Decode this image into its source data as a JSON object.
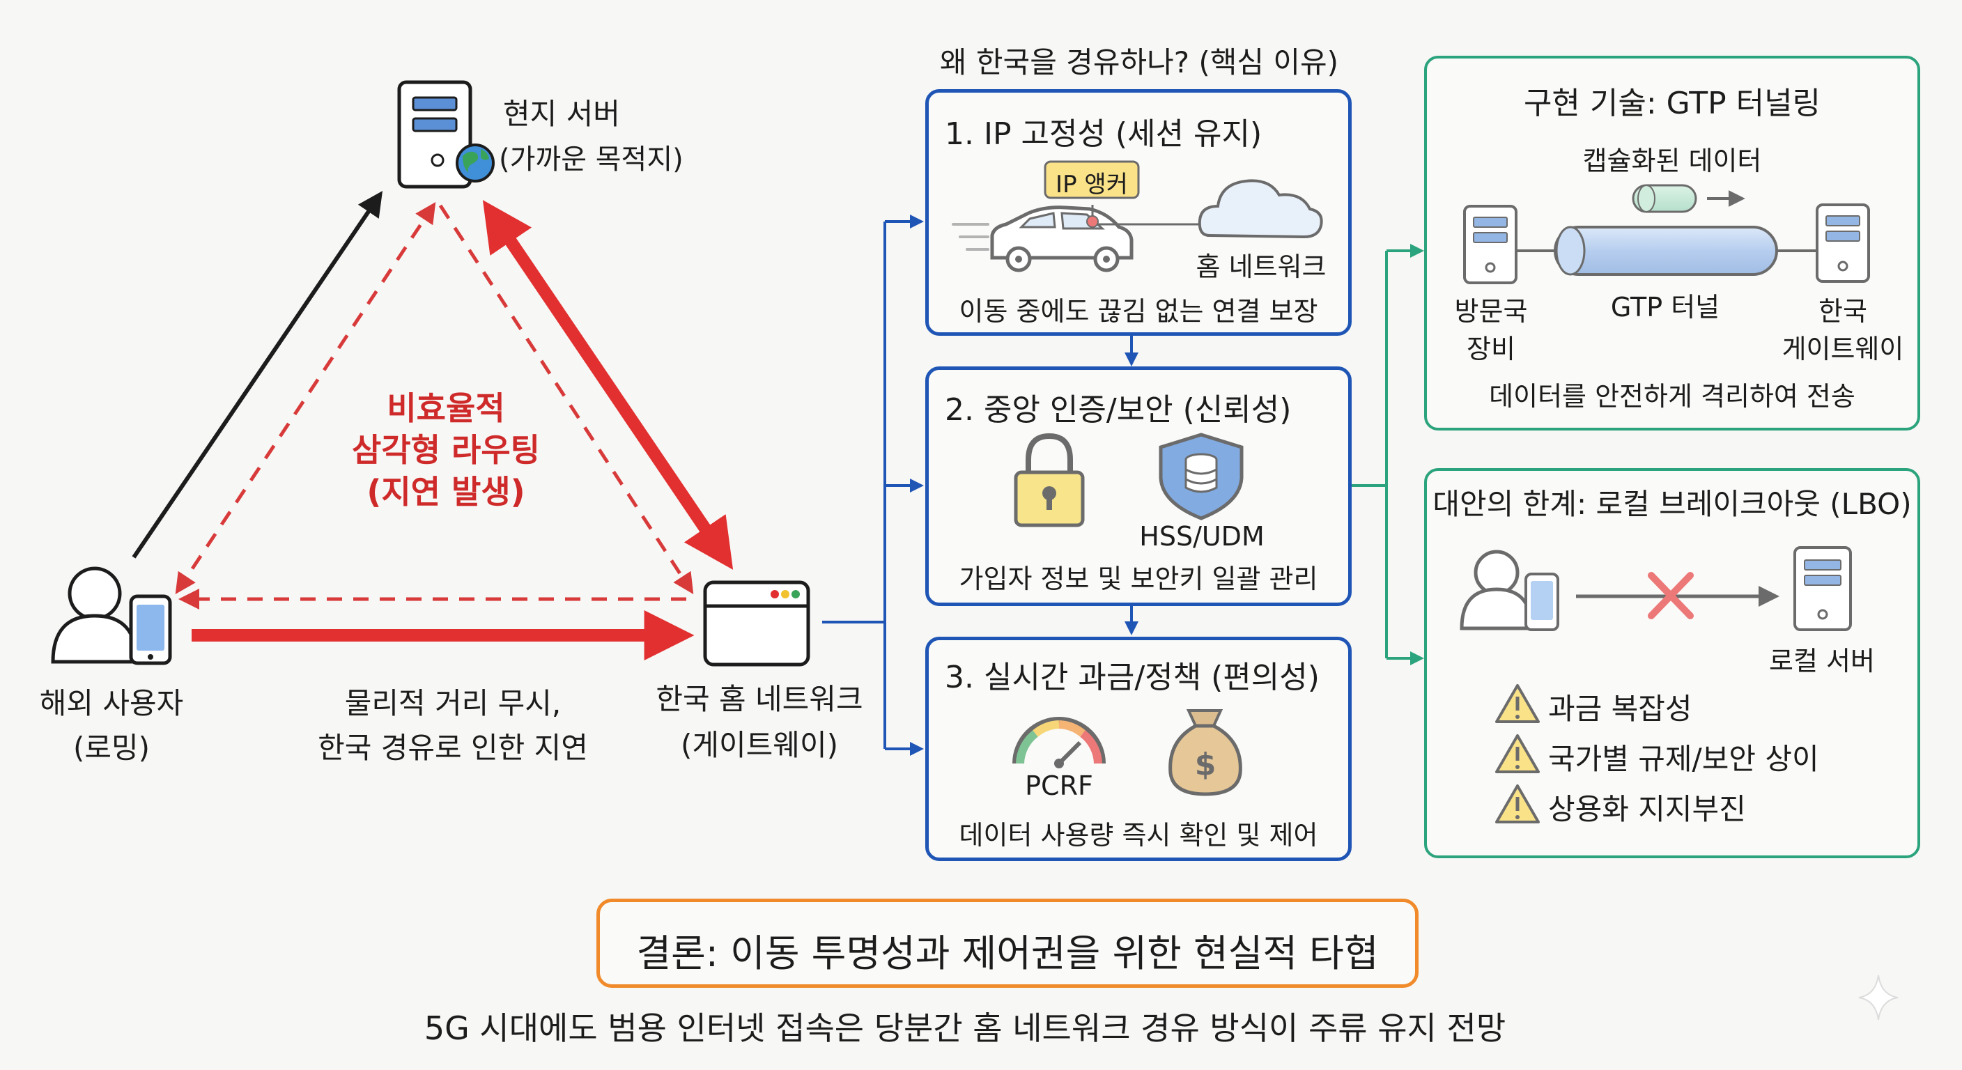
{
  "left": {
    "local_server": {
      "title": "현지 서버",
      "subtitle": "(가까운 목적지)"
    },
    "overseas_user": {
      "title": "해외 사용자",
      "subtitle": "(로밍)"
    },
    "home_network": {
      "title": "한국 홈 네트워크",
      "subtitle": "(게이트웨이)"
    },
    "inefficient": {
      "line1": "비효율적",
      "line2": "삼각형 라우팅",
      "line3": "(지연 발생)"
    },
    "distance_note": {
      "line1": "물리적 거리 무시,",
      "line2": "한국 경유로 인한 지연"
    }
  },
  "middle": {
    "heading": "왜 한국을 경유하나? (핵심 이유)",
    "box1": {
      "title": "1. IP 고정성 (세션 유지)",
      "anchor_label": "IP 앵커",
      "cloud_label": "홈 네트워크",
      "caption": "이동 중에도 끊김 없는 연결 보장"
    },
    "box2": {
      "title": "2. 중앙 인증/보안 (신뢰성)",
      "shield_label": "HSS/UDM",
      "caption": "가입자 정보 및 보안키 일괄 관리"
    },
    "box3": {
      "title": "3. 실시간 과금/정책 (편의성)",
      "gauge_label": "PCRF",
      "caption": "데이터 사용량 즉시 확인 및 제어"
    }
  },
  "right": {
    "gtp": {
      "title": "구현 기술: GTP 터널링",
      "capsule_label": "캡슐화된 데이터",
      "left_label1": "방문국",
      "left_label2": "장비",
      "tunnel_label": "GTP 터널",
      "right_label1": "한국",
      "right_label2": "게이트웨이",
      "caption": "데이터를 안전하게 격리하여 전송"
    },
    "lbo": {
      "title": "대안의 한계: 로컬 브레이크아웃 (LBO)",
      "server_label": "로컬 서버",
      "warnings": [
        "과금 복잡성",
        "국가별 규제/보안 상이",
        "상용화 지지부진"
      ]
    }
  },
  "conclusion": {
    "title": "결론: 이동 투명성과 제어권을 위한 현실적 타협",
    "subtitle": "5G 시대에도 범용 인터넷 접속은 당분간 홈 네트워크 경유 방식이 주류 유지 전망"
  },
  "colors": {
    "blue": "#1f56b6",
    "green": "#2ba37c",
    "red": "#e23030",
    "orange": "#f08a2a",
    "server_blue": "#5b8fd6"
  }
}
